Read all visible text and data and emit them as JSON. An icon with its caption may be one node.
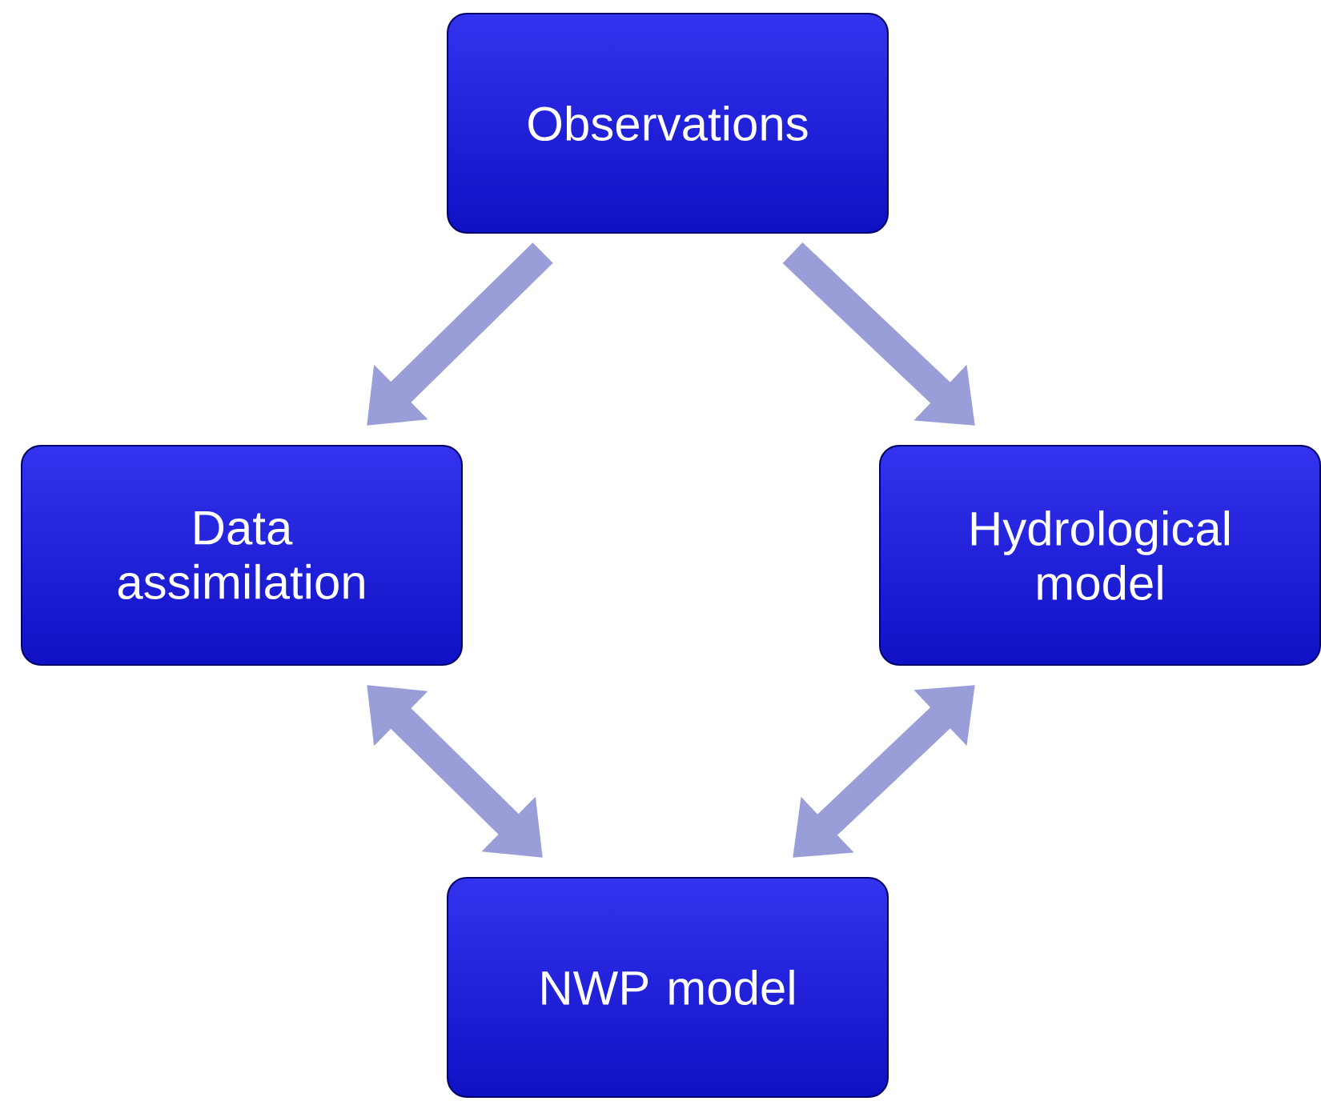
{
  "diagram": {
    "nodes": [
      {
        "text": [
          "Observations"
        ]
      },
      {
        "text": [
          "Data assimilation"
        ]
      },
      {
        "text": [
          "Hydrological model"
        ]
      },
      {
        "text": [
          "NWP model"
        ]
      }
    ],
    "edges": [
      {
        "from": 0,
        "to": 1,
        "arrow": "to"
      },
      {
        "from": 0,
        "to": 2,
        "arrow": "to"
      },
      {
        "from": 1,
        "to": 3,
        "arrow": "both"
      },
      {
        "from": 2,
        "to": 3,
        "arrow": "both"
      }
    ]
  }
}
